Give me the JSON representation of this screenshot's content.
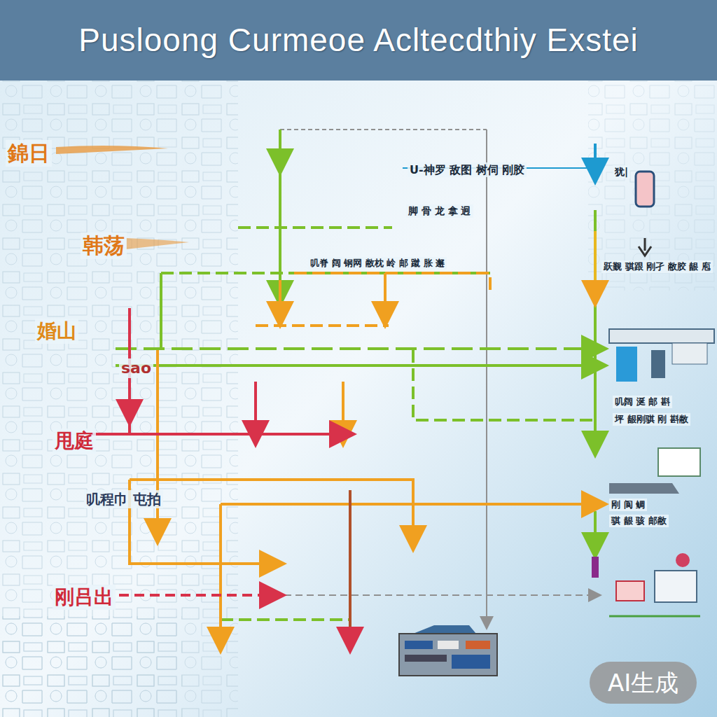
{
  "diagram": {
    "title": "Pusloong Curmeoe Acltecdthiy Exstei",
    "labels": [
      "錦日",
      "韩荡",
      "婚山",
      "sao",
      "甩庭",
      "叽程巾 屯拍",
      "刚吕出",
      "U-神罗 敌图 树伺 刚胶",
      "脚 骨 龙 拿 迥",
      "叽脊 阔 钢网 敝枕 岭 邮 蹴 胀 邂",
      "犹|",
      "跃觐 骐跟 刚孑 敝胶 龈 庖",
      "叽阔 涎 邮 斟",
      "坪 龈刚骐 刚 斟敝",
      "刚 阆 鲷",
      "骐 龈 骇 邮敝",
      "AI生成"
    ]
  }
}
